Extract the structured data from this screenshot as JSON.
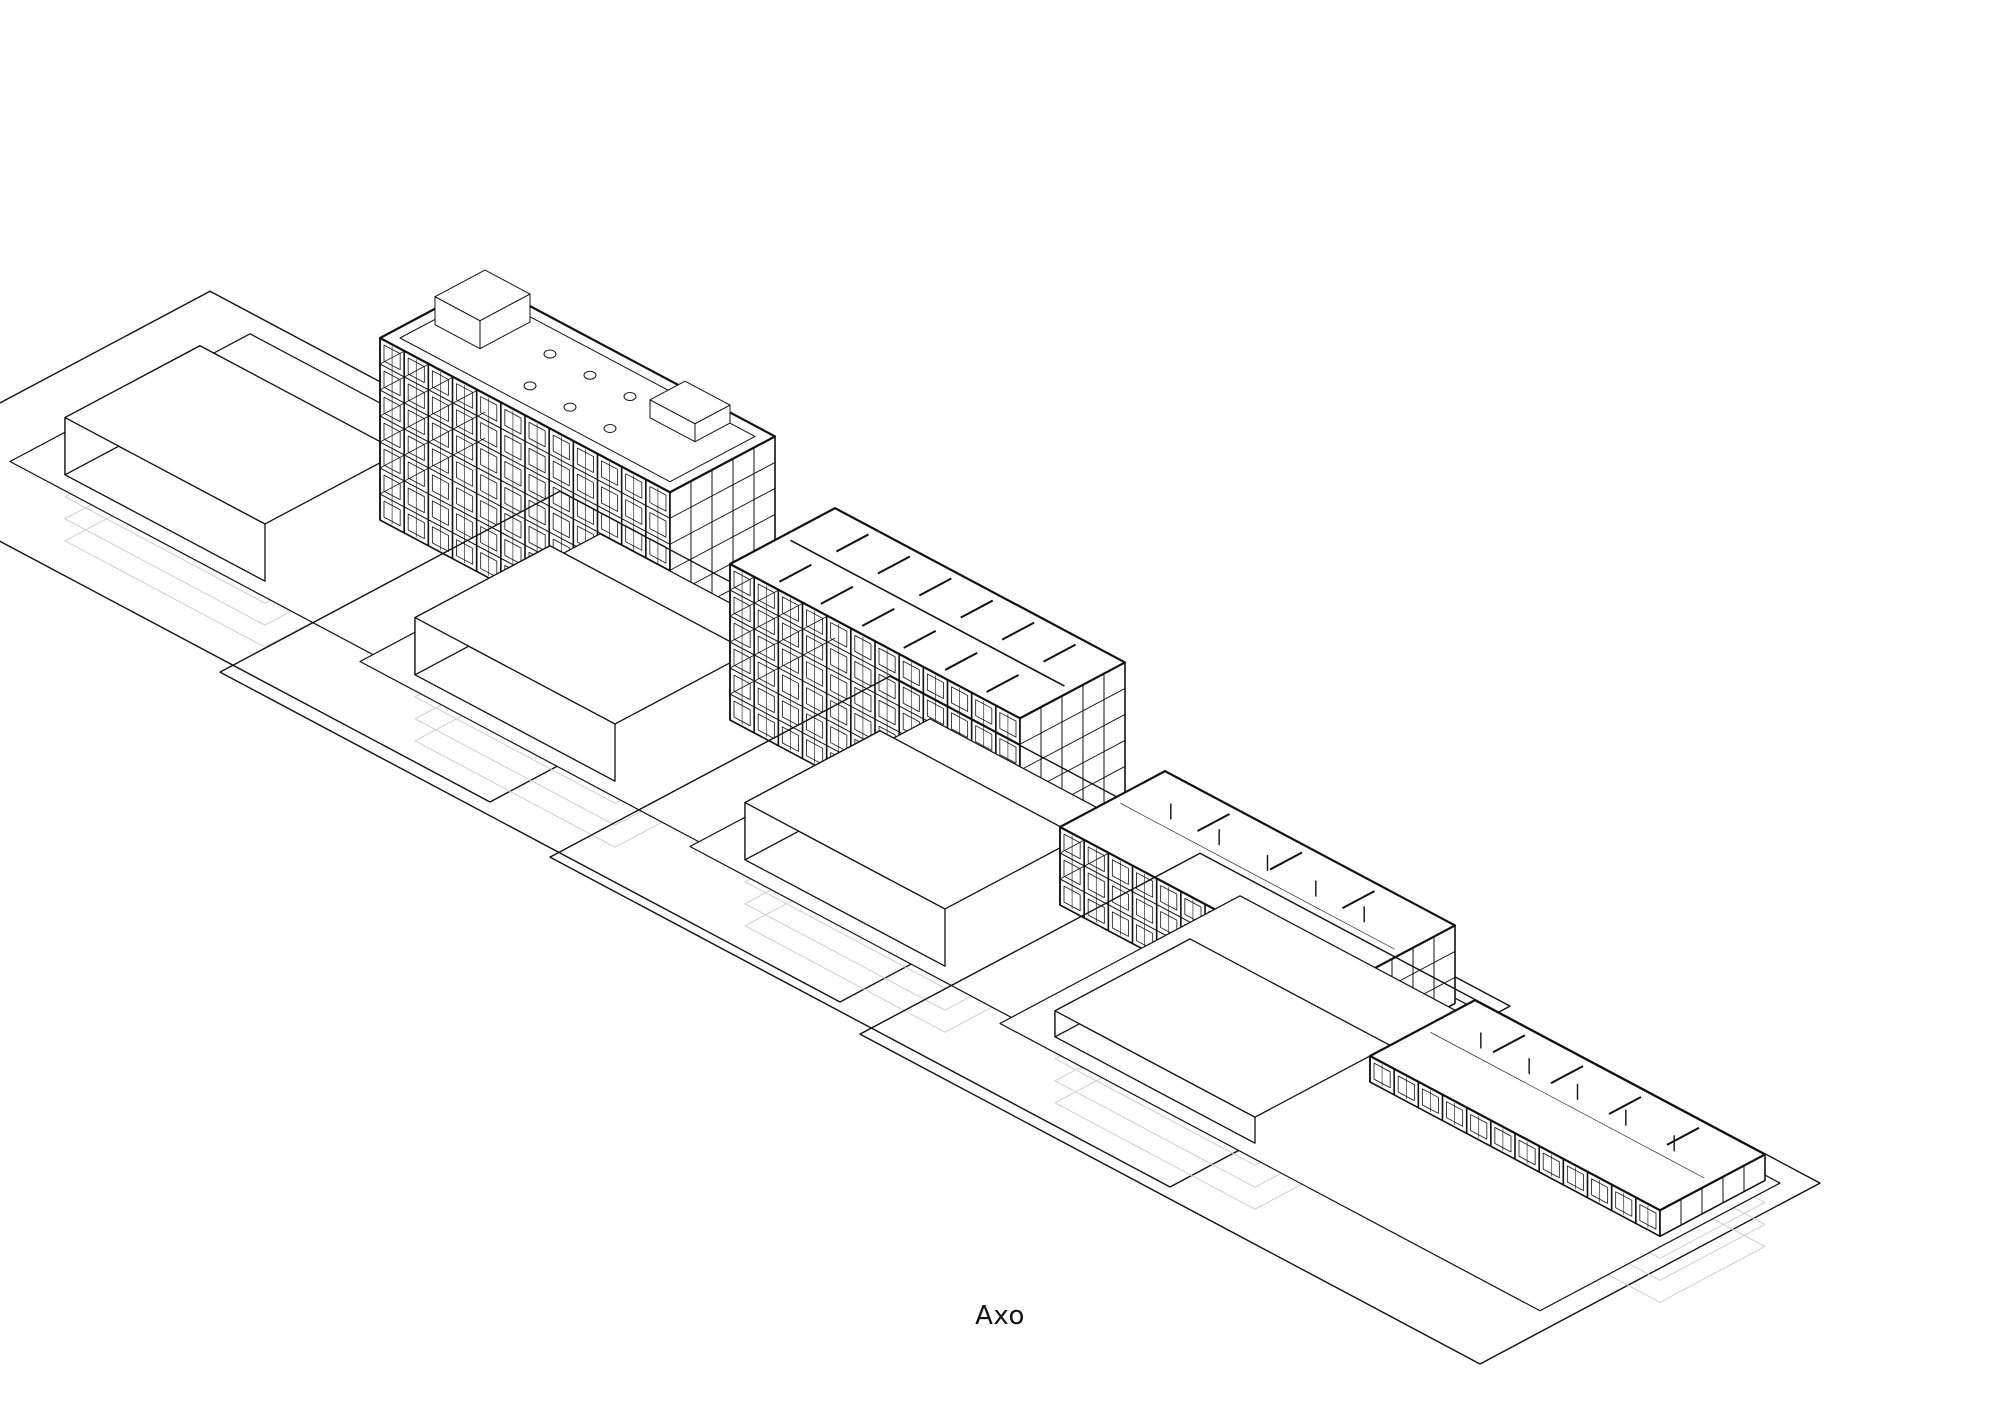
{
  "caption": "Axo",
  "colors": {
    "ink": "#111111",
    "ghost": "#cfcfcf",
    "background": "#ffffff"
  },
  "diagrams": [
    {
      "id": "roof-level",
      "floors": 7,
      "roof": "plant",
      "cutaway": false
    },
    {
      "id": "upper-floor-cut",
      "floors": 6,
      "roof": "open",
      "cutaway": true
    },
    {
      "id": "first-floor-cut",
      "floors": 3,
      "roof": "open",
      "cutaway": true
    },
    {
      "id": "ground-floor-cut",
      "floors": 1,
      "roof": "open",
      "cutaway": true
    }
  ]
}
